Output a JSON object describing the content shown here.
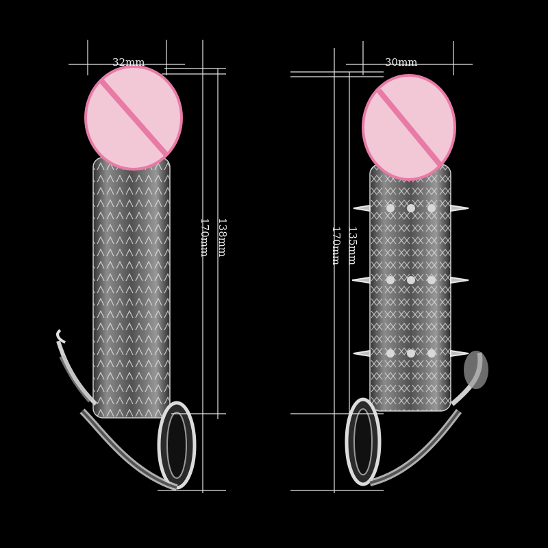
{
  "left_product": {
    "width_label": "32mm",
    "inner_length_label": "138mm",
    "total_length_label": "170mm"
  },
  "right_product": {
    "width_label": "30mm",
    "inner_length_label": "135mm",
    "total_length_label": "170mm"
  },
  "colors": {
    "background": "#000000",
    "dimension_lines": "#e6e6e6",
    "censor_fill": "#f3c8d6",
    "censor_border": "#e87aa6"
  }
}
